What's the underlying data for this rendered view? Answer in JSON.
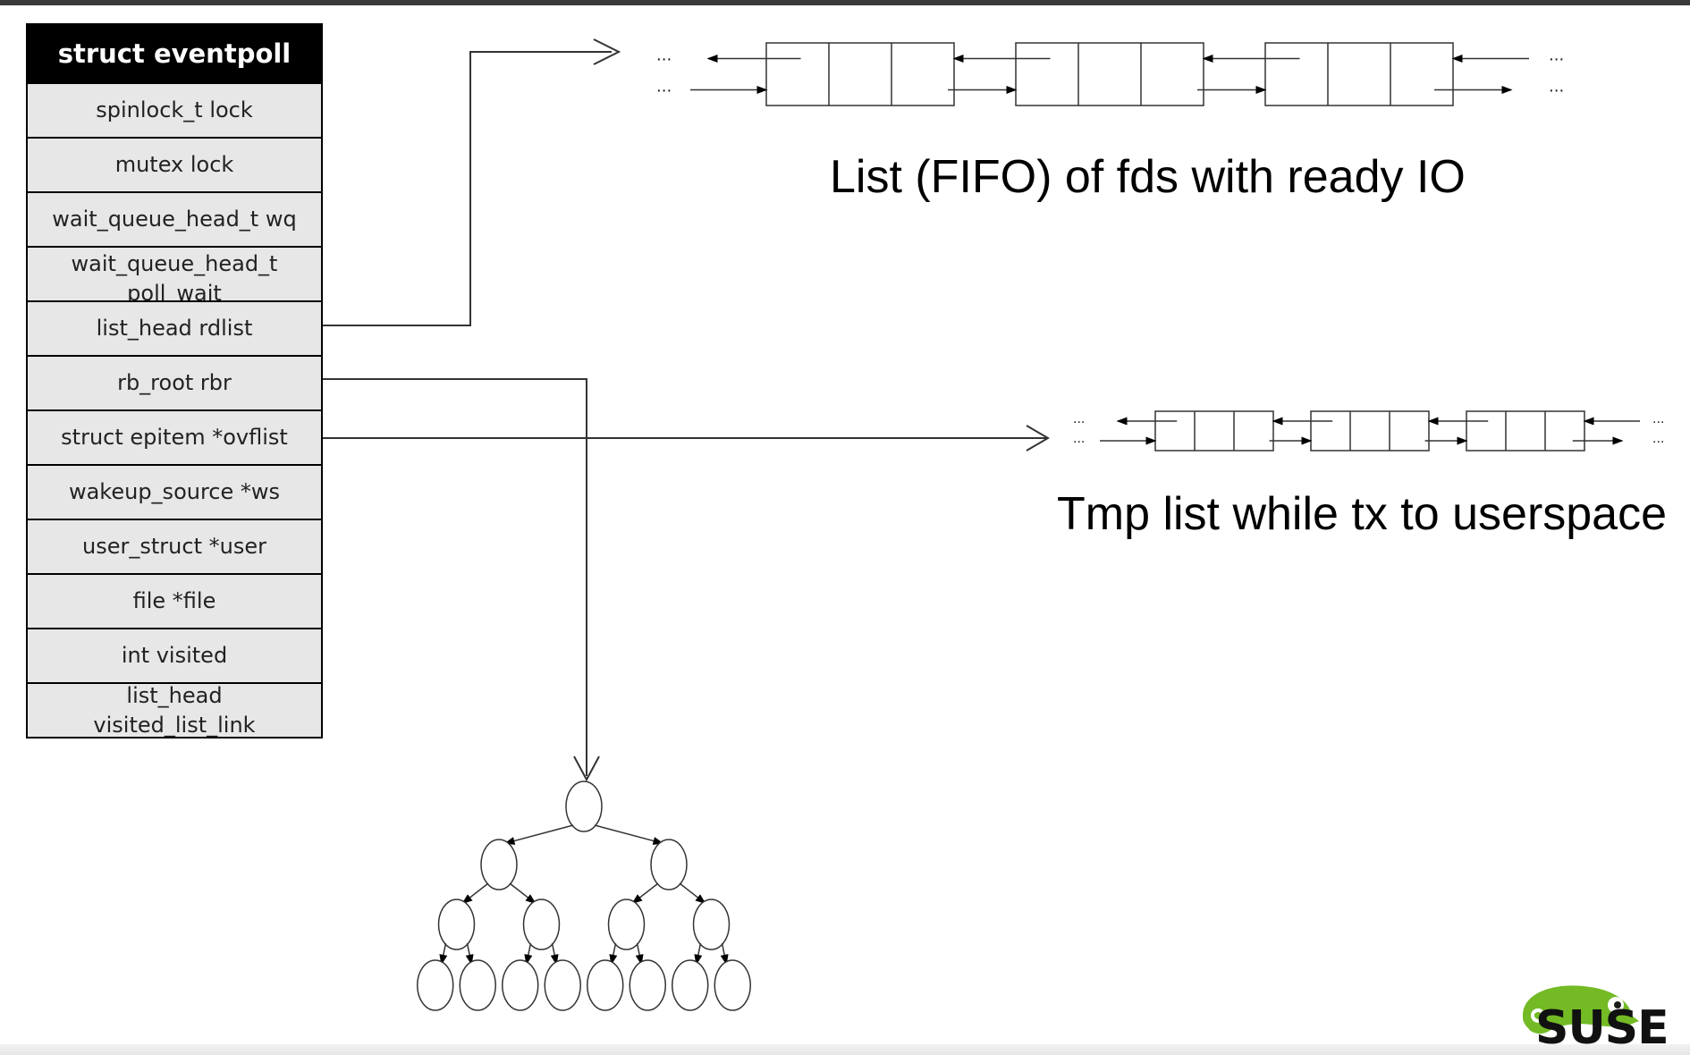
{
  "struct": {
    "title": "struct eventpoll",
    "fields": [
      "spinlock_t lock",
      "mutex lock",
      "wait_queue_head_t wq",
      "wait_queue_head_t poll_wait",
      "list_head rdlist",
      "rb_root rbr",
      "struct epitem *ovflist",
      "wakeup_source *ws",
      "user_struct *user",
      "file *file",
      "int visited",
      "list_head visited_list_link"
    ]
  },
  "lists": {
    "rdlist": {
      "caption": "List (FIFO) of fds with ready IO",
      "node_count": 3,
      "ellipsis": "..."
    },
    "ovflist": {
      "caption": "Tmp list while tx to userspace",
      "node_count": 3,
      "ellipsis": "..."
    }
  },
  "tree": {
    "levels": 4
  },
  "logo": {
    "brand": "SUSE",
    "color": "#73ba25"
  }
}
